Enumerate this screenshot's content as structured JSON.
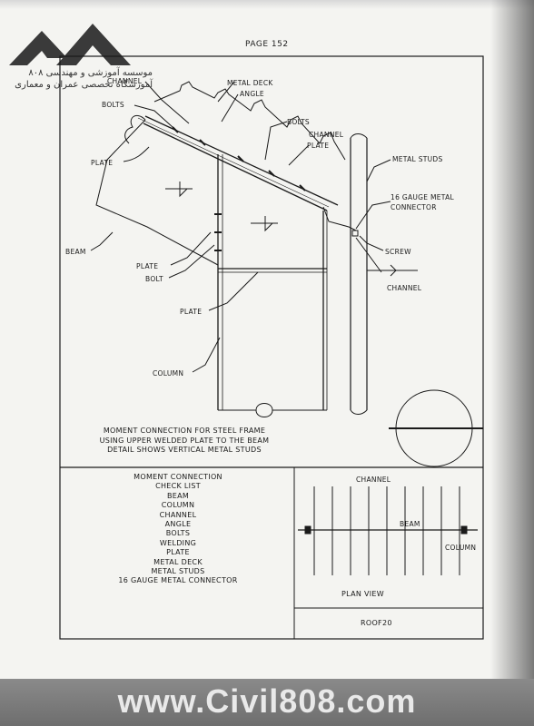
{
  "header": {
    "page_label": "PAGE 152",
    "logo_line1": "موسسه آموزشی و مهندسی ۸۰۸",
    "logo_line2": "آموزشگاه تخصصی عمران و معماری"
  },
  "labels": {
    "channel_top": "CHANNEL",
    "metal_deck": "METAL DECK",
    "angle": "ANGLE",
    "bolts_left": "BOLTS",
    "bolts_right": "BOLTS",
    "channel_mid": "CHANNEL",
    "plate_mid": "PLATE",
    "plate_left": "PLATE",
    "metal_studs": "METAL STUDS",
    "connector_1": "16 GAUGE METAL",
    "connector_2": "CONNECTOR",
    "beam": "BEAM",
    "screw": "SCREW",
    "plate_lower": "PLATE",
    "bolt": "BOLT",
    "channel_lower": "CHANNEL",
    "plate_bottom": "PLATE",
    "column": "COLUMN"
  },
  "caption": [
    "MOMENT CONNECTION FOR STEEL FRAME",
    "USING UPPER WELDED PLATE TO THE BEAM",
    "DETAIL SHOWS VERTICAL METAL STUDS"
  ],
  "checklist": [
    "MOMENT CONNECTION",
    "CHECK LIST",
    "BEAM",
    "COLUMN",
    "CHANNEL",
    "ANGLE",
    "BOLTS",
    "WELDING",
    "PLATE",
    "METAL DECK",
    "METAL STUDS",
    "16 GAUGE METAL CONNECTOR"
  ],
  "plan": {
    "channel_label": "CHANNEL",
    "beam_label": "BEAM",
    "column_label": "COLUMN",
    "title": "PLAN VIEW"
  },
  "reference_code": "ROOF20",
  "footer": {
    "watermark": "www.Civil808.com"
  }
}
